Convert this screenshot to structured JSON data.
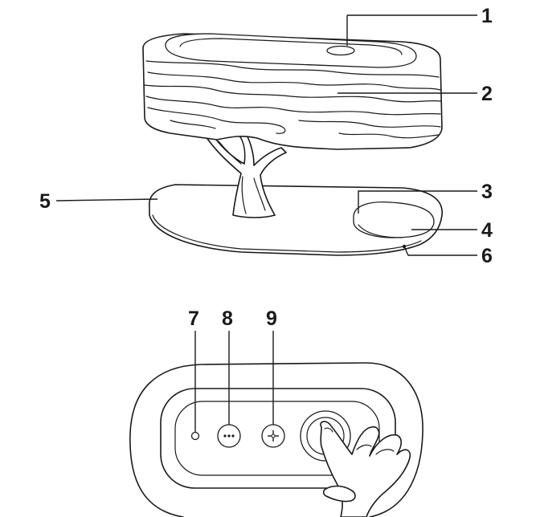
{
  "callouts": {
    "c1": "1",
    "c2": "2",
    "c3": "3",
    "c4": "4",
    "c5": "5",
    "c6": "6",
    "c7": "7",
    "c8": "8",
    "c9": "9"
  },
  "icons": {
    "button_8": "ellipsis-icon",
    "button_9": "move-icon",
    "touch_button": "power-touch-icon"
  },
  "colors": {
    "ink": "#1a1a1a",
    "paper": "#ffffff"
  }
}
